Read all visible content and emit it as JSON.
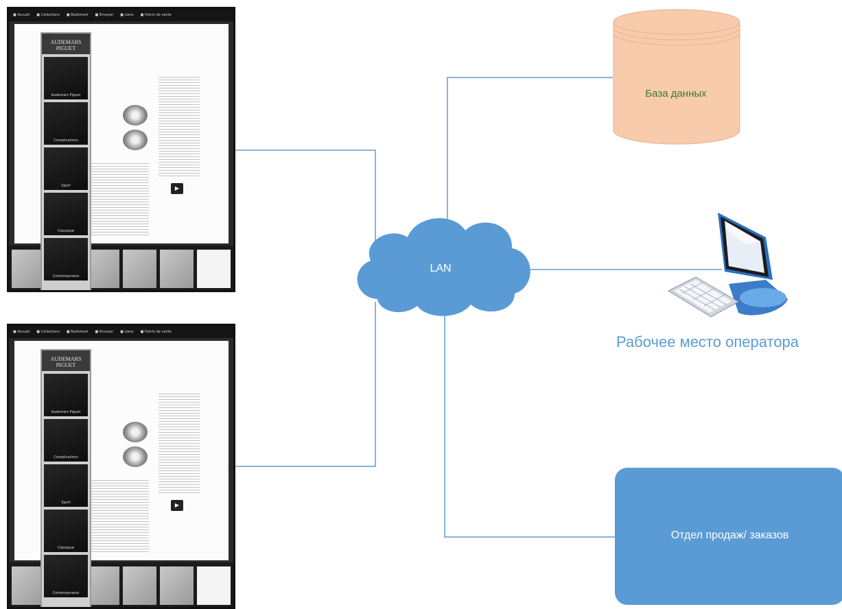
{
  "diagram": {
    "database_label": "База данных",
    "network_label": "LAN",
    "operator_label": "Рабочее место оператора",
    "sales_label": "Отдел продаж/ заказов"
  },
  "tablet": {
    "nav_items": [
      "Accueil",
      "Collections",
      "Bookmark",
      "Envoyer",
      "Liens",
      "Points de vente"
    ],
    "brand": "AUDEMARS PIGUET",
    "sidebar_tiles": [
      "Audemars Piguet",
      "Complications",
      "Sport",
      "Classique",
      "Contemporaine"
    ]
  },
  "colors": {
    "link_line": "#5b9bd5",
    "cloud_fill": "#5b9bd5",
    "database_fill": "#f8cbad",
    "sales_fill": "#5b9bd5"
  },
  "icons": [
    "tablet-device",
    "database-cylinder",
    "lan-cloud",
    "workstation-computer"
  ]
}
